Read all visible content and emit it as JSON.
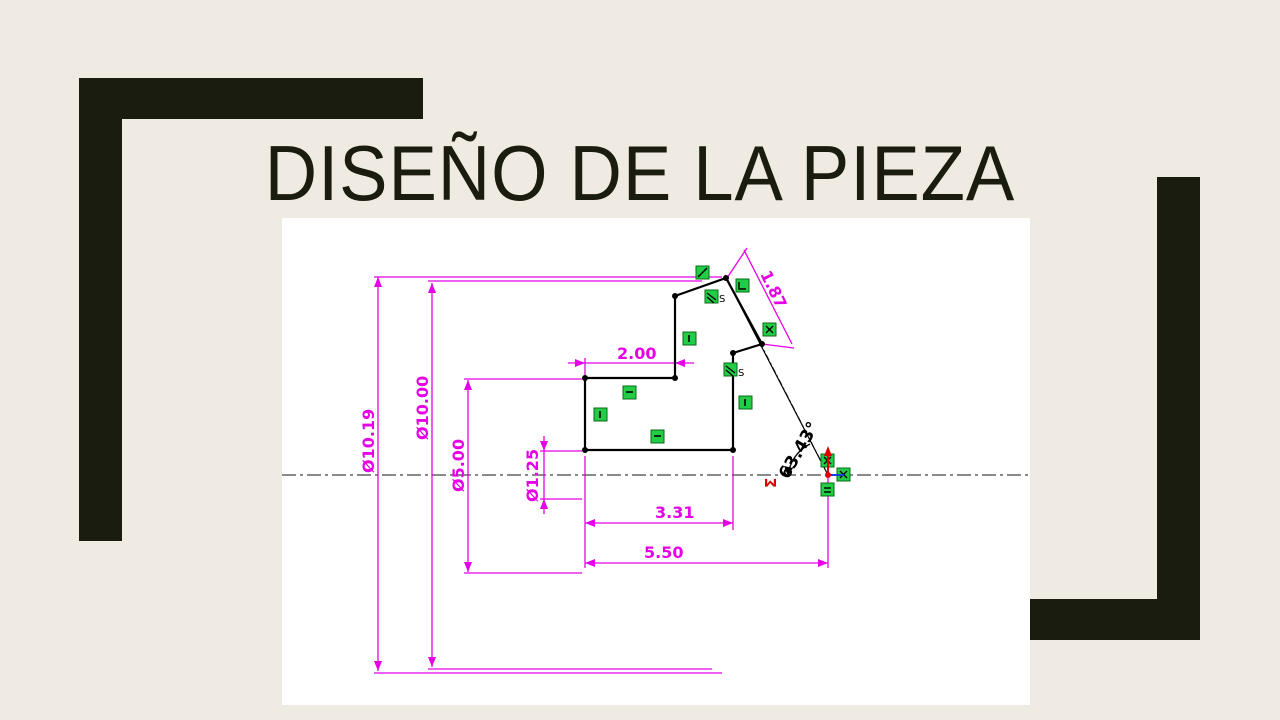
{
  "slide": {
    "title": "DISEÑO DE LA PIEZA",
    "colors": {
      "background": "#efebe3",
      "frame": "#1b1c10",
      "dimension": "#e600e6",
      "relation": "#22cc44",
      "geometry": "#000000"
    }
  },
  "sketch": {
    "dimensions": {
      "d_10_19": "Ø10.19",
      "d_10_00": "Ø10.00",
      "d_5_00": "Ø5.00",
      "d_1_25": "Ø1.25",
      "len_2_00": "2.00",
      "len_3_31": "3.31",
      "len_5_50": "5.50",
      "len_1_87": "1.87",
      "angle": "63.43°"
    },
    "relation_symbols": {
      "sigma": "Σ",
      "sym_s1": "S",
      "sym_s2": "S"
    },
    "icons": [
      "horizontal-relation-icon",
      "vertical-relation-icon",
      "parallel-relation-icon",
      "perpendicular-relation-icon",
      "coincident-relation-icon"
    ]
  }
}
